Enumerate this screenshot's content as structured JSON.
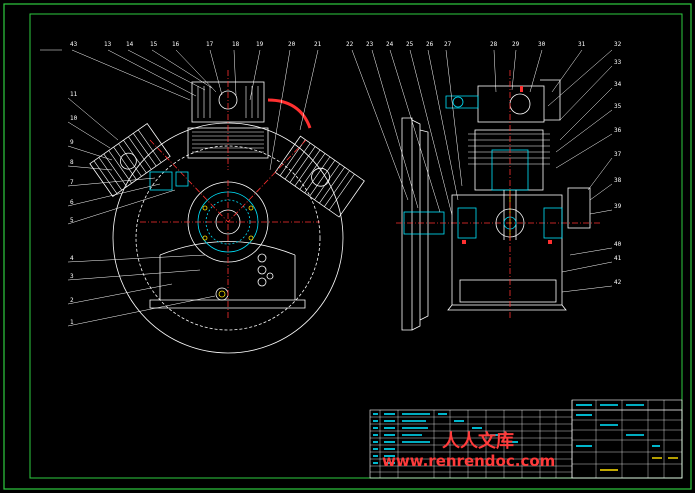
{
  "drawing": {
    "background": "#000000",
    "frame_color": "#2ecc40",
    "line_color": "#ffffff",
    "center_line_color": "#ff3030",
    "leader_color": "#ffffff",
    "accent_cyan": "#00e5ff",
    "accent_yellow": "#ffe000"
  },
  "callouts_left_top": [
    "43",
    "13",
    "14",
    "15",
    "16",
    "17",
    "18",
    "19",
    "20",
    "21"
  ],
  "callouts_left_side": [
    "11",
    "10",
    "9",
    "8",
    "7",
    "6",
    "5",
    "4",
    "3",
    "2",
    "1"
  ],
  "callouts_right_top": [
    "22",
    "23",
    "24",
    "25",
    "26",
    "27",
    "28",
    "29",
    "30",
    "31",
    "32"
  ],
  "callouts_right_side": [
    "33",
    "34",
    "35",
    "36",
    "37",
    "38",
    "39",
    "40",
    "41",
    "42"
  ],
  "watermark": {
    "text_cn": "人人文库",
    "text_url": "www.renrendoc.com",
    "color": "#ff3b3b"
  }
}
